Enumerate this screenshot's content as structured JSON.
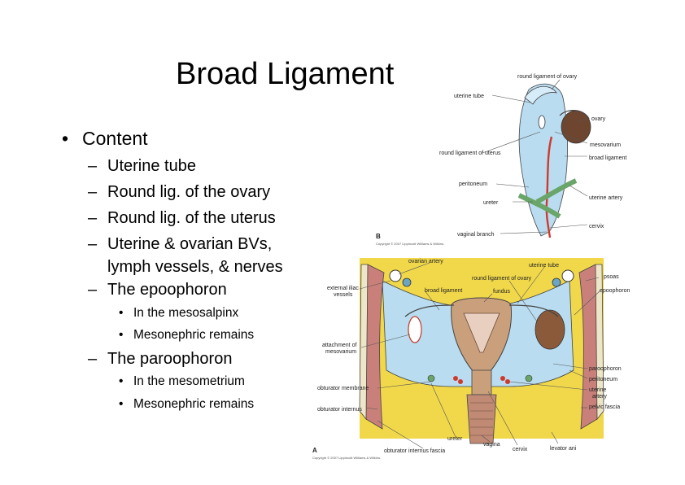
{
  "slide": {
    "title": "Broad Ligament",
    "bullet_main": "Content",
    "bullet_marker": "•",
    "dash_marker": "–",
    "sub_items": [
      "Uterine tube",
      "Round lig. of the ovary",
      "Round lig. of the uterus",
      "Uterine & ovarian BVs,",
      "lymph vessels, & nerves",
      "The epoophoron",
      "The paroophoron"
    ],
    "sub_sub_items": [
      "In the mesosalpinx",
      "Mesonephric remains",
      "In the mesometrium",
      "Mesonephric remains"
    ]
  },
  "figure_b": {
    "panel_letter": "B",
    "copyright": "Copyright © 2007 Lippincott Williams & Wilkins.",
    "labels": {
      "round_lig_ovary": "round ligament of ovary",
      "uterine_tube": "uterine tube",
      "ovary": "ovary",
      "mesovarium": "mesovarium",
      "round_lig_uterus": "round ligament of uterus",
      "broad_ligament": "broad ligament",
      "peritoneum": "peritoneum",
      "uterine_artery": "uterine artery",
      "ureter": "ureter",
      "cervix": "cervix",
      "vaginal_branch": "vaginal branch"
    }
  },
  "figure_a": {
    "panel_letter": "A",
    "copyright": "Copyright © 2007 Lippincott Williams & Wilkins.",
    "labels": {
      "ovarian_artery": "ovarian artery",
      "uterine_tube": "uterine tube",
      "psoas": "psoas",
      "external_iliac_1": "external iliac",
      "external_iliac_2": "vessels",
      "broad_ligament": "broad ligament",
      "round_lig_ovary": "round ligament of ovary",
      "fundus": "fundus",
      "epoophoron": "epoophoron",
      "attachment_1": "attachment of",
      "attachment_2": "mesovarium",
      "paroophoron": "paroophoron",
      "peritoneum": "peritoneum",
      "uterine_artery_1": "uterine",
      "uterine_artery_2": "artery",
      "obturator_membrane": "obturator membrane",
      "obturator_internus": "obturator internus",
      "pelvic_fascia": "pelvic fascia",
      "ureter": "ureter",
      "vagina": "vagina",
      "cervix": "cervix",
      "levator_ani": "levator ani",
      "obturator_internus_fascia": "obturator internus fascia"
    }
  },
  "colors": {
    "ligament_blue": "#b9dcf0",
    "fat_yellow": "#f1d84a",
    "muscle_brown": "#c9807a",
    "uterus_tan": "#caa07c",
    "artery_red": "#cf3a2c",
    "ureter_green": "#6aa56a"
  }
}
